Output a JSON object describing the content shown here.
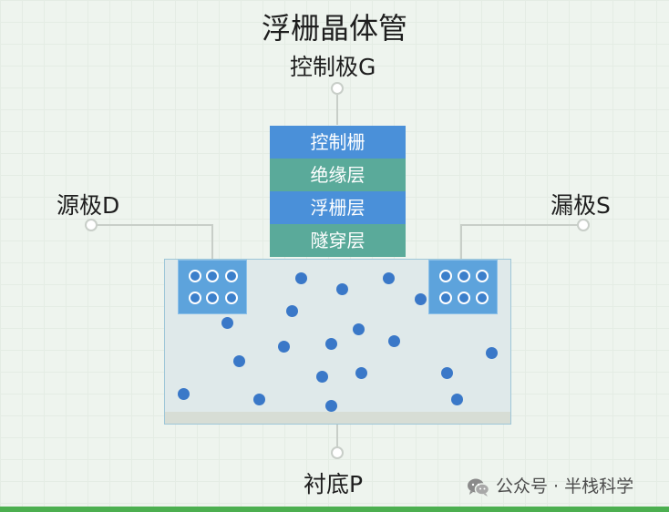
{
  "title": "浮栅晶体管",
  "terminals": {
    "gate": "控制极G",
    "source": "源极D",
    "drain": "漏极S",
    "substrate": "衬底P"
  },
  "gate_stack": [
    "控制栅",
    "绝缘层",
    "浮栅层",
    "隧穿层"
  ],
  "colors": {
    "gate_layer_blue": "#4a90d9",
    "gate_layer_teal": "#5aaa9a",
    "electron": "#3a78c8",
    "well": "#5da3dc",
    "substrate": "#dfe9ea",
    "accent_bar": "#4caf50"
  },
  "watermark": {
    "text": "公众号 · 半栈科学",
    "icon": "wechat-icon"
  }
}
